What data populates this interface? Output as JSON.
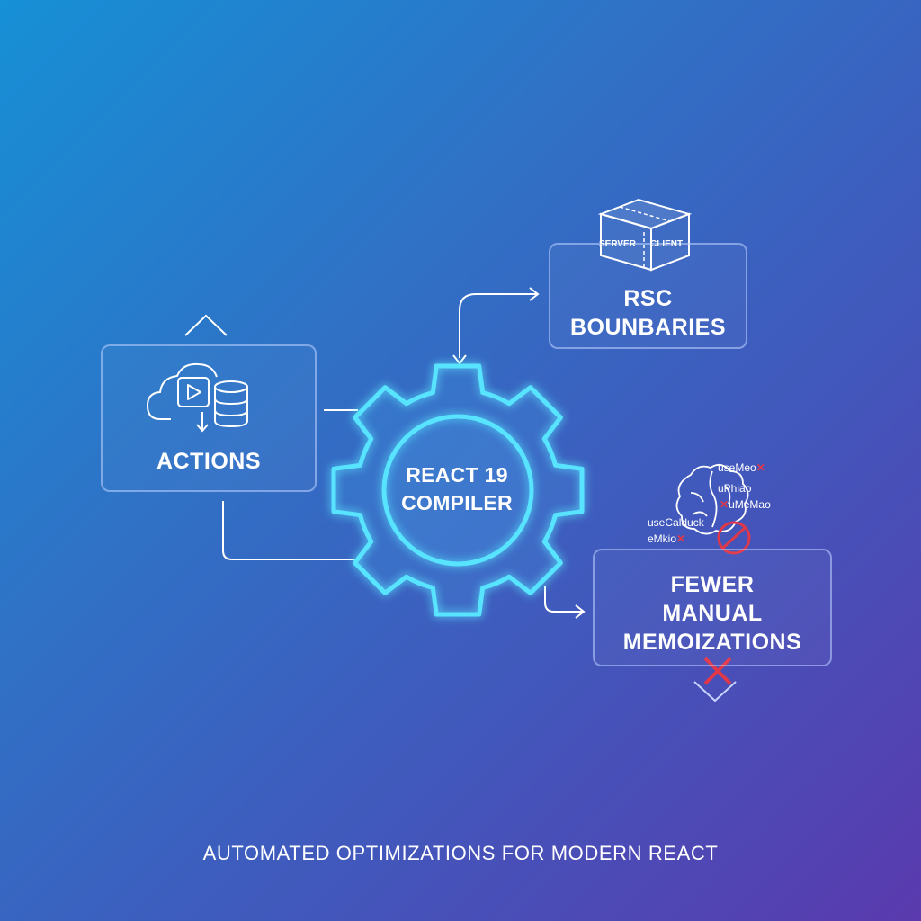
{
  "nodes": {
    "actions": {
      "label": "ACTIONS"
    },
    "compiler": {
      "label": "REACT 19\nCOMPILER"
    },
    "rsc": {
      "label": "RSC\nBOUNBARIES",
      "server_label": "SERVER",
      "client_label": "CLIENT"
    },
    "memo": {
      "label": "FEWER\nMANUAL\nMEMOIZATIONS"
    }
  },
  "memo_hooks": [
    "useMeo",
    "uPhiao",
    "uMeMao",
    "useCalduck",
    "eMkio"
  ],
  "footer": "AUTOMATED OPTIMIZATIONS FOR MODERN REACT",
  "colors": {
    "gear_glow": "#58e4ff",
    "box_border": "#bed2ff",
    "x_mark": "#e0384a",
    "background_start": "#1690d6",
    "background_end": "#5a3aae"
  },
  "icons": {
    "actions": [
      "cloud-icon",
      "play-icon",
      "database-icon",
      "down-arrow-icon"
    ],
    "rsc": "cube-icon",
    "memo": [
      "brain-icon",
      "no-sign-icon",
      "x-icon"
    ],
    "compiler": "gear-icon"
  }
}
